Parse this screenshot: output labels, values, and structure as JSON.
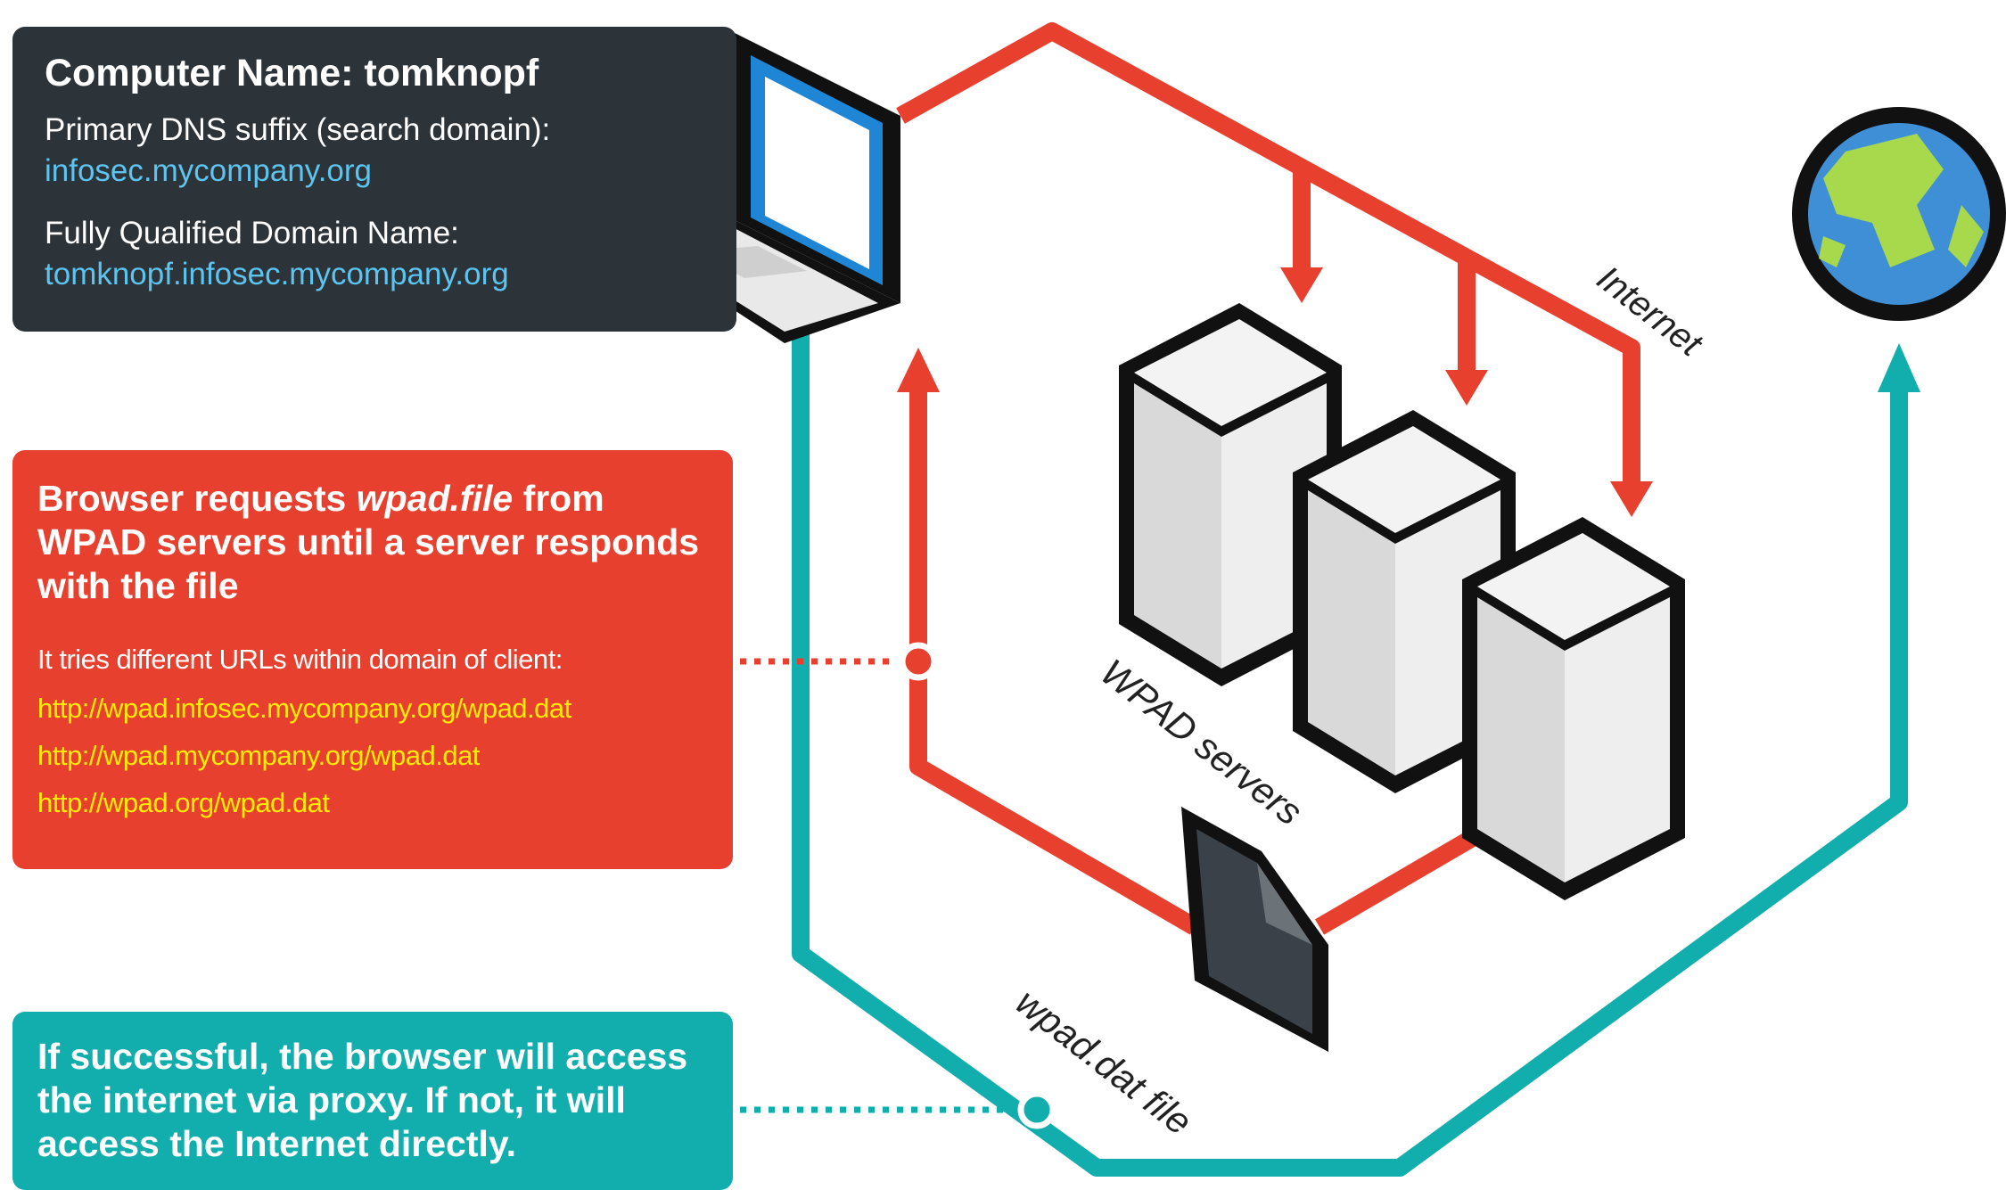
{
  "info": {
    "computer_name": "Computer Name: tomknopf",
    "dns_label": "Primary DNS suffix (search domain):",
    "dns_value": "infosec.mycompany.org",
    "fqdn_label": "Fully Qualified Domain Name:",
    "fqdn_value": "tomknopf.infosec.mycompany.org"
  },
  "steps": {
    "title_pre": "Browser requests ",
    "title_em": "wpad.file",
    "title_post": " from WPAD servers until a server responds with the file",
    "subtitle": "It tries different URLs within domain of client:",
    "urls": [
      "http://wpad.infosec.mycompany.org/wpad.dat",
      "http://wpad.mycompany.org/wpad.dat",
      "http://wpad.org/wpad.dat"
    ]
  },
  "result": {
    "text": "If successful, the browser will access the internet via proxy. If not, it will access the Internet directly."
  },
  "labels": {
    "internet": "Internet",
    "servers": "WPAD servers",
    "wpad_file": "wpad.dat file"
  },
  "colors": {
    "red": "#e8402f",
    "teal": "#12adad",
    "dark": "#2c3339",
    "link_blue": "#5cc4ee",
    "url_yellow": "#ffee00"
  },
  "icons": [
    "laptop-icon",
    "globe-icon",
    "server-icon",
    "file-icon"
  ]
}
